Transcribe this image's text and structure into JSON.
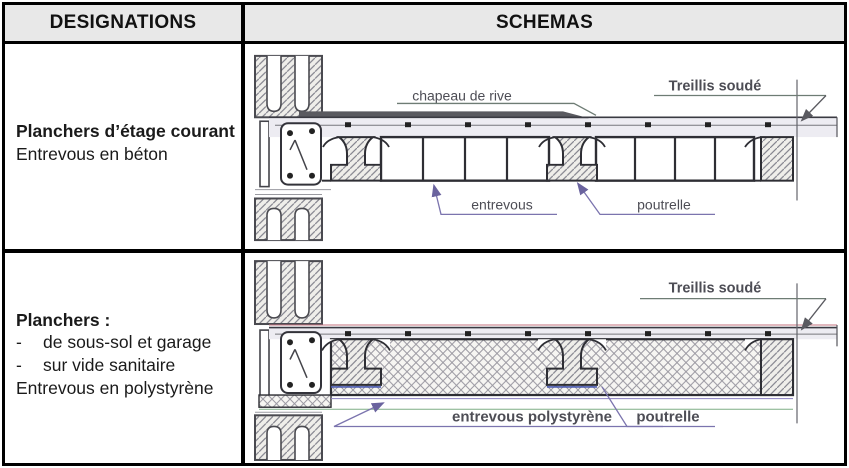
{
  "colors": {
    "header_bg": "#e8e8e8",
    "table_border": "#000000",
    "diagram_line": "#35353c",
    "label_text": "#4d4d55",
    "leader_purple": "#7b74ae",
    "leader_gray_green": "#6e7c74",
    "mesh_dot": "#222222",
    "rebar_blue": "#4a5ab0",
    "scan_red": "#c4737f"
  },
  "table": {
    "header": {
      "designations": "DESIGNATIONS",
      "schemas": "SCHEMAS"
    },
    "rows": [
      {
        "designation": {
          "title": "Planchers d’étage courant",
          "subtitle": "Entrevous en béton"
        },
        "labels": {
          "chapeau_de_rive": "chapeau de rive",
          "treillis_soude": "Treillis soudé",
          "entrevous": "entrevous",
          "poutrelle": "poutrelle"
        }
      },
      {
        "designation": {
          "title": "Planchers :",
          "dash": "-",
          "items": [
            "de sous-sol et garage",
            "sur vide sanitaire"
          ],
          "subtitle": "Entrevous en polystyrène"
        },
        "labels": {
          "treillis_soude": "Treillis soudé",
          "entrevous": "entrevous polystyrène",
          "poutrelle": "poutrelle"
        }
      }
    ]
  }
}
